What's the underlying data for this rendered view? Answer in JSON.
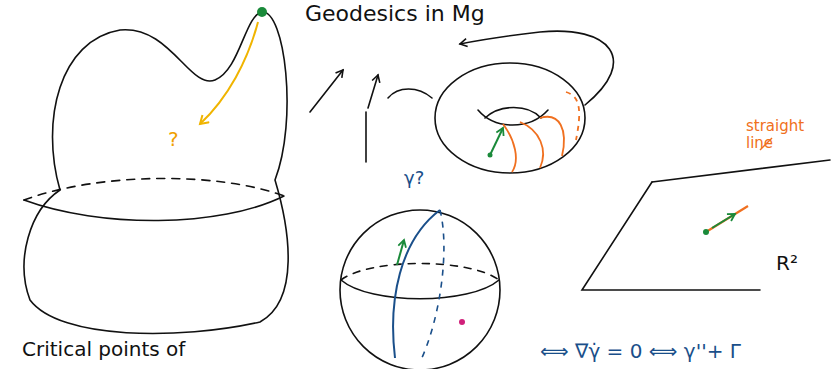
{
  "diagram": {
    "title": "Geodesics in Mg",
    "labels": [
      "?",
      "γ?",
      "straight line",
      "R²",
      "Critical points of",
      "⟺ ∇γ̇ = 0 ⟺ γ''+ Γ"
    ]
  }
}
